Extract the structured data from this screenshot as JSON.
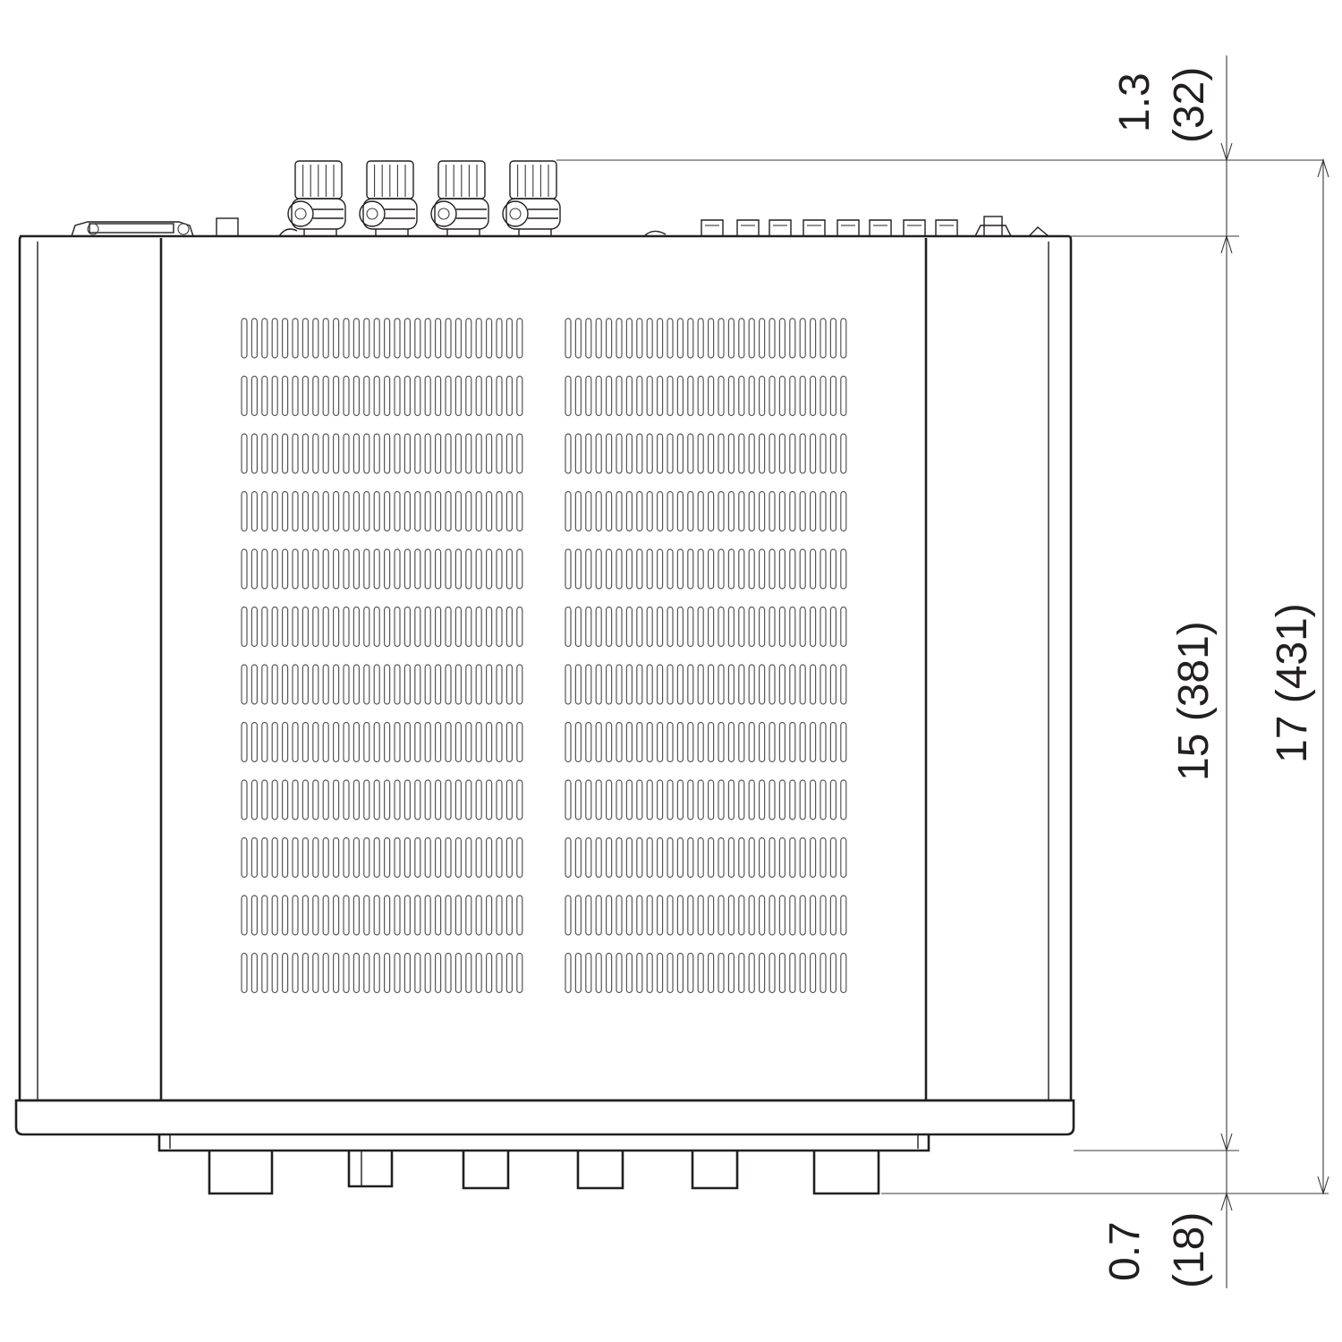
{
  "dimensions": {
    "top_protrusion": {
      "inch": "1.3",
      "mm": "(32)"
    },
    "body_depth": {
      "label": "15 (381)"
    },
    "overall_depth": {
      "label": "17 (431)"
    },
    "bottom_protrusion": {
      "inch": "0.7",
      "mm": "(18)"
    }
  },
  "vent_grid": {
    "rows": 12,
    "slots_per_block": 28
  },
  "rear_terminals": {
    "binding_posts": 4
  },
  "front_controls": {
    "knobs": 6
  }
}
